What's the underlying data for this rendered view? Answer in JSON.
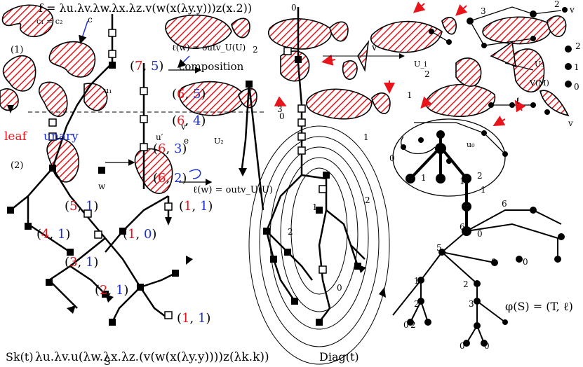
{
  "labels": {
    "term_top": "f = λu.λv.λw.λx.λz.v(w(x(λy.y)))z(x.2))",
    "term_bottom": "λu.λv.u(λw.λx.λz.(v(w(x(λy.y))))z(λk.k))",
    "sk": "Sk(t)",
    "s": "S",
    "diag": "Diag(t)",
    "phi": "φ(S) = (T, ℓ)",
    "composition": "composition",
    "outv_top": "ℓ(w) = outv_U(U)",
    "outv_mid": "ℓ(w) = outv_U(U)",
    "one": "(1)",
    "two": "(2)",
    "u1": "u₁",
    "u0": "u₀",
    "u2": "U₂",
    "ui": "U_i",
    "u3": "U₃",
    "vm": "V(M)",
    "c": "c",
    "e": "e",
    "w": "w",
    "v": "v",
    "ell": "ℓ",
    "c1c2": "c₁ = c₂",
    "leaf": "leaf",
    "unary": "unary",
    "uprime": "u′",
    "vprime": "v′"
  },
  "pairs": [
    {
      "a": "6",
      "b": "5"
    },
    {
      "a": "6",
      "b": "4"
    },
    {
      "a": "6",
      "b": "3"
    },
    {
      "a": "6",
      "b": "2"
    },
    {
      "a": "5",
      "b": "1"
    },
    {
      "a": "4",
      "b": "1"
    },
    {
      "a": "3",
      "b": "1"
    },
    {
      "a": "2",
      "b": "1"
    },
    {
      "a": "1",
      "b": "1"
    },
    {
      "a": "1",
      "b": "0"
    },
    {
      "a": "1",
      "b": "1"
    },
    {
      "a": "7",
      "b": "5"
    }
  ],
  "numbers": [
    "3",
    "2",
    "2",
    "1",
    "0",
    "0",
    "1",
    "2",
    "0",
    "2",
    "1",
    "0",
    "1",
    "2",
    "6",
    "6",
    "0",
    "1",
    "5",
    "0",
    "0",
    "1",
    "2",
    "2",
    "3",
    "0",
    "2",
    "0",
    "0",
    "1",
    "2",
    "3",
    "1",
    "2",
    "0",
    "v",
    "v"
  ],
  "colors": {
    "hatch": "#e8141c",
    "blue": "#1b2fd6",
    "ink": "#000000"
  }
}
